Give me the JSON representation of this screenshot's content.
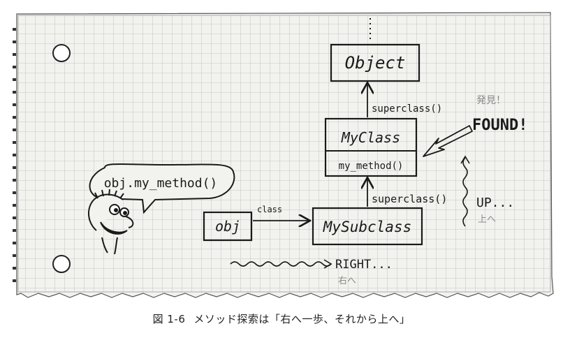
{
  "diagram": {
    "speech_bubble": "obj.my_method()",
    "obj_box": "obj",
    "class_arrow_label": "class",
    "classes": {
      "object": "Object",
      "my_class": "MyClass",
      "my_class_method": "my_method()",
      "my_subclass": "MySubclass"
    },
    "superclass_label_upper": "superclass()",
    "superclass_label_lower": "superclass()",
    "found_jp": "発見！",
    "found_en": "FOUND!",
    "up_en": "UP...",
    "up_jp": "上へ",
    "right_en": "RIGHT...",
    "right_jp": "右へ"
  },
  "caption": {
    "number": "図 1-6",
    "text": "メソッド探索は「右へ一歩、それから上へ」"
  }
}
